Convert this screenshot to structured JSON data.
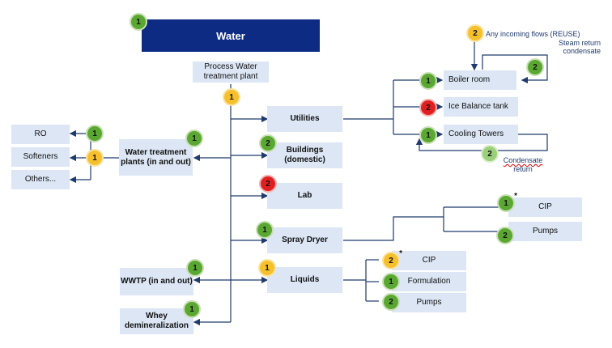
{
  "title": "Water",
  "source_box": "Process Water treatment plant",
  "nodes": {
    "ro": "RO",
    "softeners": "Softeners",
    "others": "Others...",
    "wtp": "Water treatment plants (in and out)",
    "wwtp": "WWTP (in and out)",
    "whey": "Whey demineralization",
    "utilities": "Utilities",
    "buildings": "Buildings (domestic)",
    "lab": "Lab",
    "spray_dryer": "Spray Dryer",
    "liquids": "Liquids",
    "boiler": "Boiler room",
    "ice": "Ice Balance tank",
    "cooling": "Cooling Towers",
    "cip_spray": "CIP",
    "pumps_spray": "Pumps",
    "cip_liquids": "CIP",
    "formulation": "Formulation",
    "pumps_liquids": "Pumps"
  },
  "notes": {
    "incoming": "Any incoming flows (REUSE)",
    "steam": "Steam return condensate",
    "condensate_a": "Condensate",
    "condensate_b": "return"
  },
  "badges": {
    "title": "1",
    "source": "1",
    "ro": "1",
    "soft": "1",
    "wtp": "1",
    "wwtp": "1",
    "whey": "1",
    "utilities": "",
    "buildings": "2",
    "lab": "2",
    "spray": "1",
    "liquids": "1",
    "boiler": "1",
    "ice": "2",
    "cooling": "1",
    "incoming": "2",
    "steam": "2",
    "condensate": "2",
    "cip_spray": "1",
    "pumps_spray": "2",
    "cip_liquids": "2",
    "formulation": "1",
    "pumps_liquids": "2"
  },
  "badge_stars": {
    "cip_spray": "*",
    "cip_liquids": "*"
  }
}
